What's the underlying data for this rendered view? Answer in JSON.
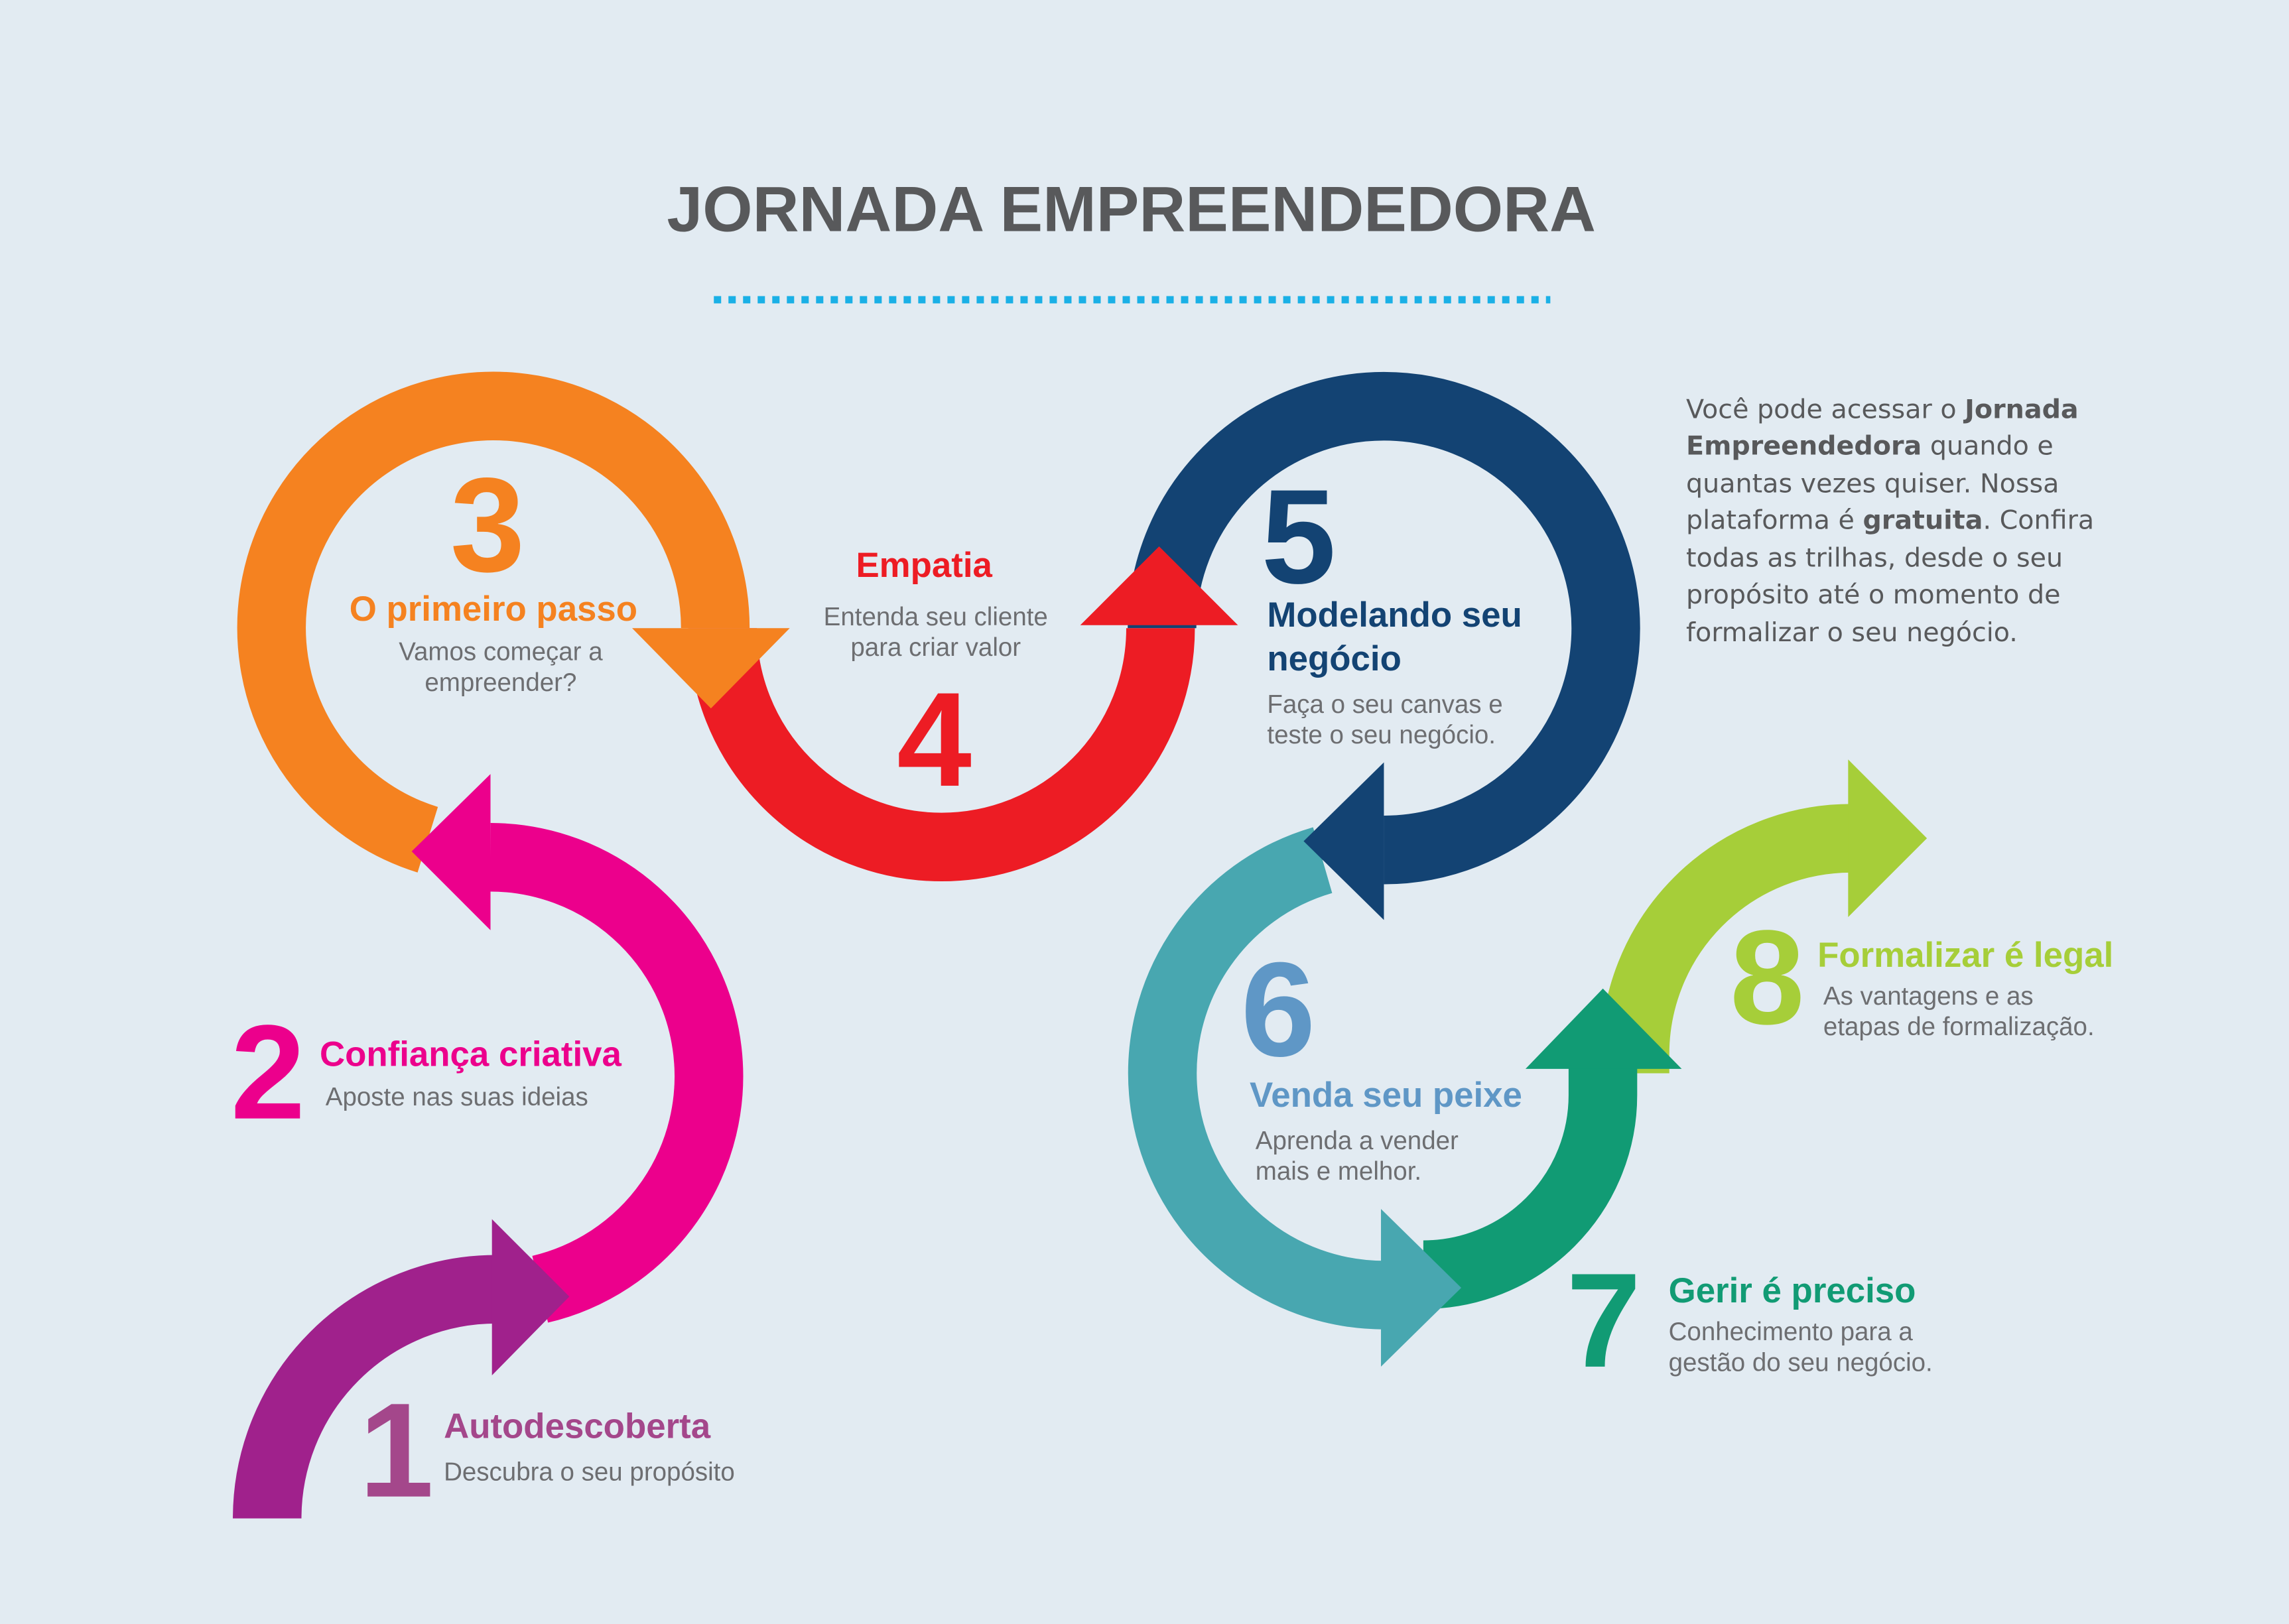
{
  "title": "JORNADA EMPREENDEDORA",
  "colors": {
    "background": "#e2ebf2",
    "divider": "#1ab0e6",
    "text_gray": "#6d6e71"
  },
  "intro": {
    "lines": [
      [
        "Você pode acessar o ",
        "Jornada"
      ],
      [
        "Empreendedora",
        " quando e"
      ],
      [
        "quantas vezes quiser. Nossa"
      ],
      [
        "plataforma é ",
        "gratuita",
        ". Confira"
      ],
      [
        "todas as trilhas, desde o seu"
      ],
      [
        "propósito até o momento de"
      ],
      [
        "formalizar o seu negócio."
      ]
    ]
  },
  "steps": [
    {
      "number": "1",
      "title": [
        "Autodescoberta"
      ],
      "description": [
        "Descubra o seu propósito"
      ],
      "color": "#a0218c",
      "text_color": "#a4478b"
    },
    {
      "number": "2",
      "title": [
        "Confiança criativa"
      ],
      "description": [
        "Aposte nas suas ideias"
      ],
      "color": "#ec008c",
      "text_color": "#ec008c"
    },
    {
      "number": "3",
      "title": [
        "O primeiro passo"
      ],
      "description": [
        "Vamos começar a",
        "empreender?"
      ],
      "color": "#f58220",
      "text_color": "#f58220"
    },
    {
      "number": "4",
      "title": [
        "Empatia"
      ],
      "description": [
        "Entenda seu cliente",
        "para criar valor"
      ],
      "color": "#ed1c24",
      "text_color": "#ed1c24"
    },
    {
      "number": "5",
      "title": [
        "Modelando seu",
        "negócio"
      ],
      "description": [
        "Faça o seu canvas e",
        "teste o seu negócio."
      ],
      "color": "#134373",
      "text_color": "#134373"
    },
    {
      "number": "6",
      "title": [
        "Venda seu peixe"
      ],
      "description": [
        "Aprenda a vender",
        "mais e melhor."
      ],
      "color": "#48a7b0",
      "text_color": "#5f97c6"
    },
    {
      "number": "7",
      "title": [
        "Gerir é preciso"
      ],
      "description": [
        "Conhecimento para a",
        "gestão do seu negócio."
      ],
      "color": "#119b74",
      "text_color": "#119b74"
    },
    {
      "number": "8",
      "title": [
        "Formalizar é legal"
      ],
      "description": [
        "As vantagens e as",
        "etapas de formalização."
      ],
      "color": "#a6ce39",
      "text_color": "#a6ce39"
    }
  ]
}
